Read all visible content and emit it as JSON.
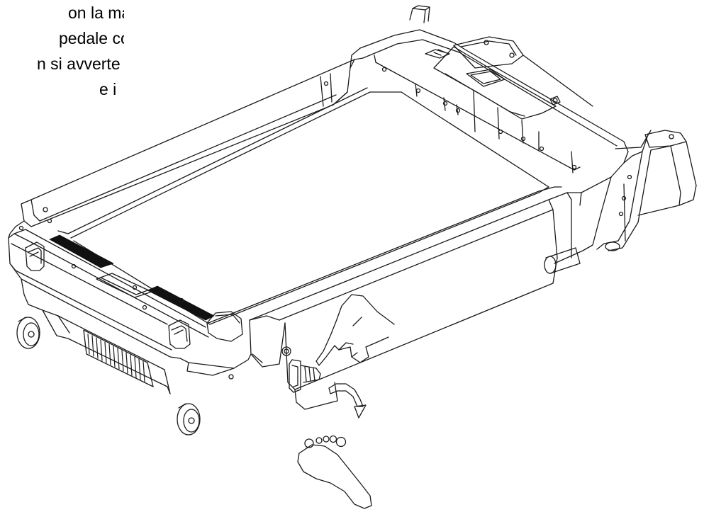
{
  "instructions": {
    "lines": [
      "on la mano",
      "pedale con",
      "n si avverte",
      "e i"
    ]
  },
  "illustration": {
    "stroke_color": "#1a1a1a",
    "belt_texture_color": "#111111",
    "icons": [
      "treadmill-drawing",
      "hand-icon",
      "rotation-arrow-icon",
      "foot-icon",
      "release-knob-icon"
    ]
  }
}
